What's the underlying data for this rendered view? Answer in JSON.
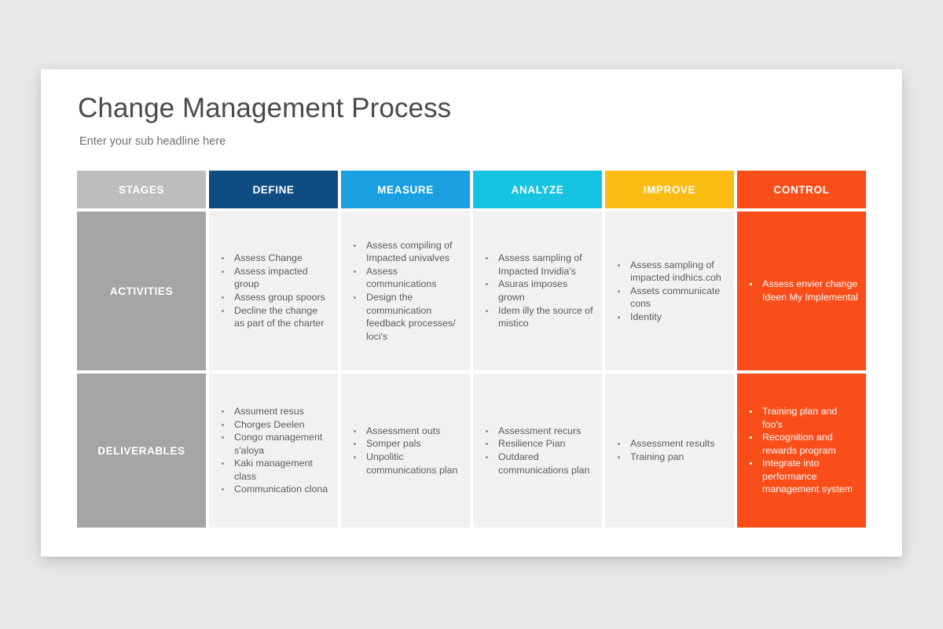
{
  "slide": {
    "title": "Change Management Process",
    "subtitle": "Enter your sub headline here"
  },
  "colors": {
    "background": "#e8e8e9",
    "card": "#ffffff",
    "stages_header": "#bdbdbd",
    "define_header": "#0f4c81",
    "measure_header": "#1a9fe0",
    "analyze_header": "#16c3e0",
    "improve_header": "#fcbb13",
    "control_header": "#f94e1a",
    "row_label": "#a5a5a5",
    "cell_body": "#f1f1f1",
    "accent_cell": "#f94e1a",
    "title_text": "#4a4a4a",
    "body_text": "#5c5c5c"
  },
  "matrix": {
    "headers": [
      {
        "key": "stages",
        "label": "STAGES"
      },
      {
        "key": "define",
        "label": "DEFINE"
      },
      {
        "key": "measure",
        "label": "MEASURE"
      },
      {
        "key": "analyze",
        "label": "ANALYZE"
      },
      {
        "key": "improve",
        "label": "IMPROVE"
      },
      {
        "key": "control",
        "label": "CONTROL"
      }
    ],
    "rows": [
      {
        "key": "activities",
        "label": "ACTIVITIES",
        "cells": {
          "define": [
            "Assess  Change",
            "Assess  impacted group",
            "Assess  group spoors",
            "Decline the change as part of the charter"
          ],
          "measure": [
            "Assess  compiling of Impacted univalves",
            "Assess communications",
            "Design the communication feedback processes/  loci's"
          ],
          "analyze": [
            "Assess  sampling of Impacted Invidia's",
            "Asuras  imposes grown",
            "Idem illy the source of mistico"
          ],
          "improve": [
            "Assess  sampling of impacted indhics.coh",
            "Assets communicate cons",
            "Identity"
          ],
          "control": [
            "Assess  envier change Ideen My Implemental"
          ]
        }
      },
      {
        "key": "deliverables",
        "label": "DELIVERABLES",
        "cells": {
          "define": [
            "Assument  resus",
            "Chorges  Deelen",
            "Congo management s'aloya",
            "Kaki management class",
            "Communication clona"
          ],
          "measure": [
            "Assessment  outs",
            "Somper pals",
            "Unpolitic communications plan"
          ],
          "analyze": [
            "Assessment recurs",
            "Resilience Pian",
            "Outdared communications plan"
          ],
          "improve": [
            "Assessment results",
            "Training pan"
          ],
          "control": [
            "Training plan and foo's",
            "Recognition and rewards program",
            "Integrate into performance management system"
          ]
        }
      }
    ]
  }
}
